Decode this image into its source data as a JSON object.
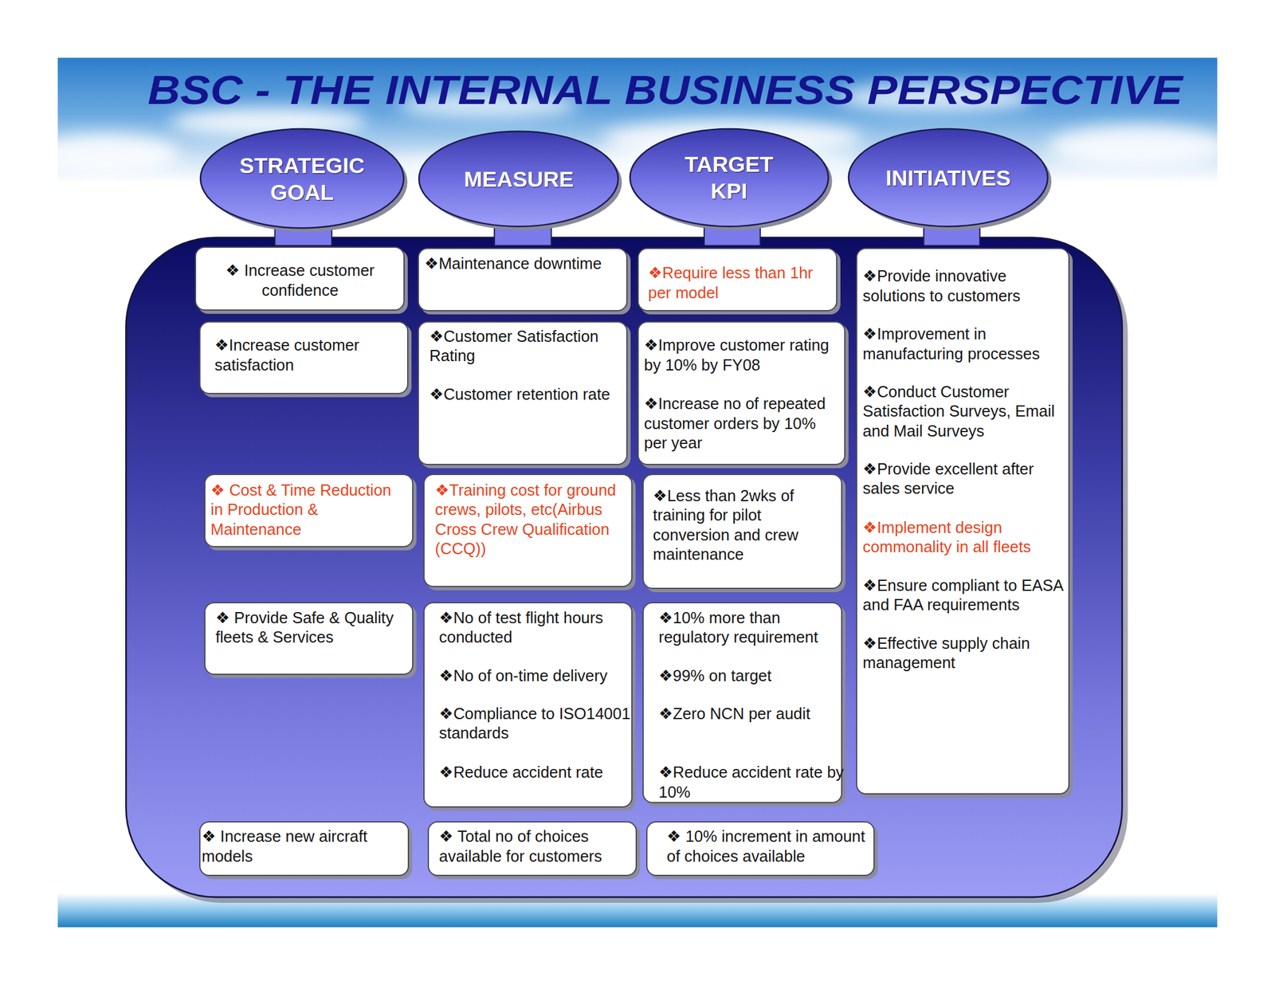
{
  "diagram": {
    "title": "BSC - THE INTERNAL BUSINESS PERSPECTIVE",
    "nodes": [
      {
        "text": [
          "STRATEGIC GOAL"
        ]
      },
      {
        "text": [
          "MEASURE"
        ]
      },
      {
        "text": [
          "TARGET KPI"
        ]
      },
      {
        "text": [
          "INITIATIVES"
        ]
      },
      {
        "text": [
          "❖ Increase customer confidence"
        ]
      },
      {
        "text": [
          "❖Maintenance downtime"
        ]
      },
      {
        "text": [
          "❖Require less than 1hr per model"
        ]
      },
      {
        "text": [
          "❖Provide innovative solutions to customers",
          "❖Improvement in manufacturing processes",
          "❖Conduct Customer Satisfaction Surveys, Email and Mail Surveys",
          "❖Provide excellent after sales service",
          "❖Implement design commonality in all fleets",
          "❖Ensure compliant to EASA and FAA requirements",
          "❖Effective supply chain management"
        ]
      },
      {
        "text": [
          "❖Increase customer satisfaction"
        ]
      },
      {
        "text": [
          "❖Customer Satisfaction Rating",
          "❖Customer retention rate"
        ]
      },
      {
        "text": [
          "❖Improve customer rating by 10% by FY08",
          "❖Increase no of repeated customer orders by 10% per year"
        ]
      },
      {
        "text": [
          "❖ Cost & Time Reduction in Production & Maintenance"
        ]
      },
      {
        "text": [
          "❖Training cost for ground crews, pilots, etc(Airbus Cross Crew Qualification (CCQ))"
        ]
      },
      {
        "text": [
          "❖Less than 2wks of training for pilot conversion and crew maintenance"
        ]
      },
      {
        "text": [
          "❖ Provide Safe & Quality fleets & Services"
        ]
      },
      {
        "text": [
          "❖No of test flight hours conducted",
          "❖No of on-time delivery",
          "❖Compliance to ISO14001 standards",
          "❖Reduce accident rate"
        ]
      },
      {
        "text": [
          "❖10% more than regulatory requirement",
          "❖99% on target",
          "❖Zero NCN per audit",
          "❖Reduce accident rate by 10%"
        ]
      },
      {
        "text": [
          "❖ Increase new aircraft models"
        ]
      },
      {
        "text": [
          "❖ Total no of choices available for customers"
        ]
      },
      {
        "text": [
          "❖ 10% increment in amount of choices available"
        ]
      }
    ]
  }
}
